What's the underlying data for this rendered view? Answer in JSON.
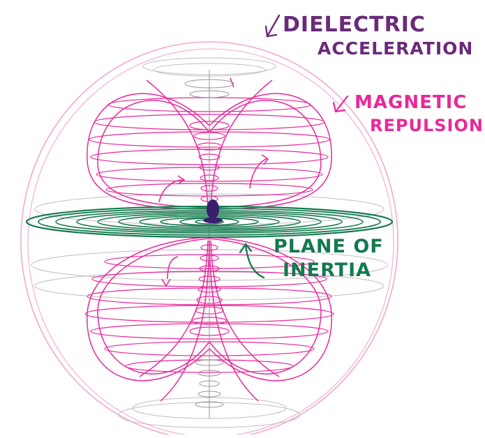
{
  "labels": {
    "dielectric_line1": "DIELECTRIC",
    "dielectric_line2": "ACCELERATION",
    "magnetic_line1": "MAGNETIC",
    "magnetic_line2": "REPULSION",
    "plane_line1": "PLANE OF",
    "plane_line2": "INERTIA"
  },
  "colors": {
    "background": "#ffffff",
    "dielectric": "#6a2a7a",
    "magnetic": "#e8289a",
    "magnetic_faint": "#f3a8cf",
    "inertia": "#137a4e",
    "core": "#3a1f6e",
    "faint_field": "#b8b0b8"
  },
  "icons": {
    "dielectric_arrow": "arrow-down-left-icon",
    "magnetic_arrow": "arrow-down-left-icon",
    "plane_arrow": "arrow-up-curved-icon"
  }
}
